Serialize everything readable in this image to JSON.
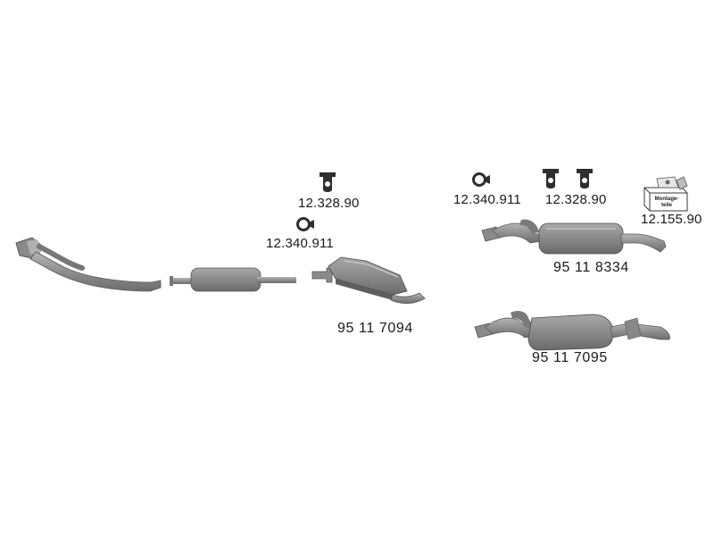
{
  "colors": {
    "part_fill": "#9c9c9c",
    "part_shade": "#6f6f6f",
    "outline": "#3a3a3a",
    "text": "#1a1a1a"
  },
  "parts": {
    "front_pipe": {
      "icon": "front-exhaust-pipe-icon"
    },
    "middle_pipe": {
      "icon": "middle-silencer-pipe-icon"
    },
    "rear_silencer_1": {
      "number": "95 11 7094",
      "icon": "rear-silencer-icon"
    },
    "rear_silencer_2": {
      "number": "95 11 8334",
      "icon": "rear-silencer-icon"
    },
    "rear_silencer_3": {
      "number": "95 11 7095",
      "icon": "rear-silencer-icon"
    }
  },
  "accessories": {
    "hanger_a": {
      "number": "12.328.90",
      "icon": "rubber-hanger-icon"
    },
    "clamp_a": {
      "number": "12.340.911",
      "icon": "pipe-clamp-icon"
    },
    "clamp_b": {
      "number": "12.340.911",
      "icon": "pipe-clamp-icon"
    },
    "hanger_b": {
      "number": "12.328.90",
      "icon": "rubber-hanger-icon"
    },
    "mounting_kit": {
      "number": "12.155.90",
      "icon": "mounting-kit-box-icon",
      "box_text": [
        "Montage-",
        "teile"
      ]
    }
  }
}
